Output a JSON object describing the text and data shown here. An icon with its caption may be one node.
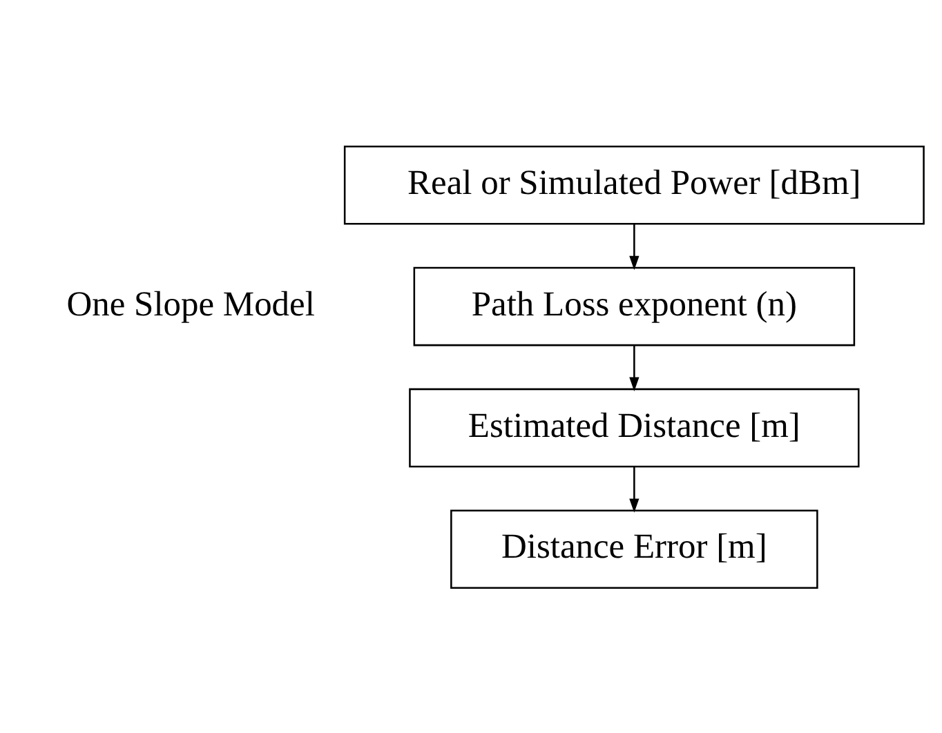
{
  "diagram": {
    "nodes": [
      {
        "text": [
          "Real or Simulated Power [dBm]"
        ]
      },
      {
        "text": [
          "Path Loss exponent (n)"
        ]
      },
      {
        "text": [
          "Estimated Distance [m]"
        ]
      },
      {
        "text": [
          "Distance Error [m]"
        ]
      }
    ],
    "edges": [
      {
        "from": 0,
        "to": 1,
        "arrow": "to"
      },
      {
        "from": 1,
        "to": 2,
        "arrow": "to"
      },
      {
        "from": 2,
        "to": 3,
        "arrow": "to"
      }
    ],
    "labels": [
      "One Slope Model"
    ]
  }
}
